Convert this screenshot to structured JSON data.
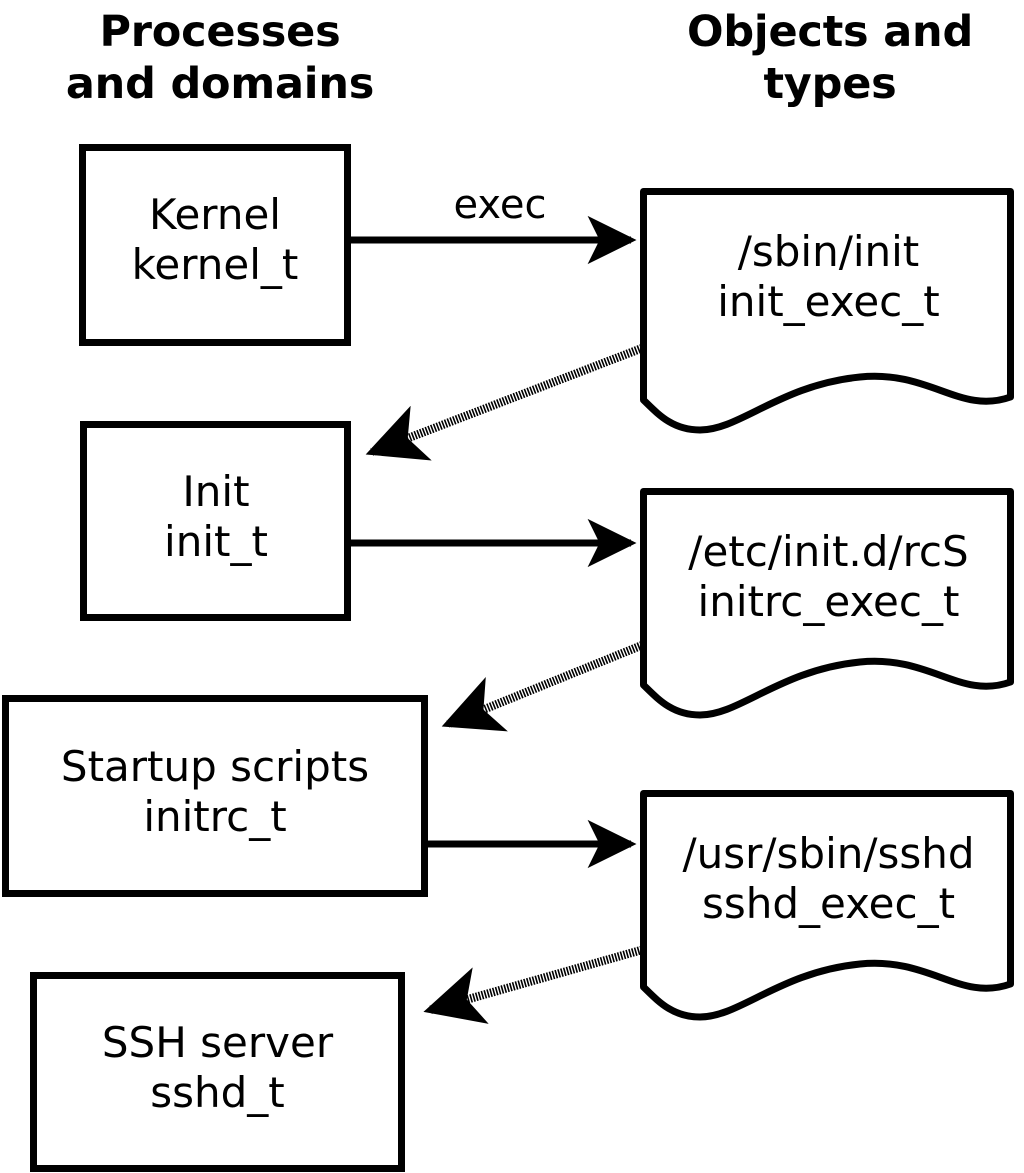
{
  "columns": {
    "left_title": "Processes\nand domains",
    "right_title": "Objects and\ntypes"
  },
  "colors": {
    "stroke": "#000000",
    "fill": "#ffffff",
    "text": "#000000"
  },
  "process_nodes": [
    {
      "id": "kernel",
      "name": "Kernel",
      "type": "kernel_t",
      "label": "Kernel\nkernel_t"
    },
    {
      "id": "init",
      "name": "Init",
      "type": "init_t",
      "label": "Init\ninit_t"
    },
    {
      "id": "initrc",
      "name": "Startup scripts",
      "type": "initrc_t",
      "label": "Startup scripts\ninitrc_t"
    },
    {
      "id": "sshd",
      "name": "SSH server",
      "type": "sshd_t",
      "label": "SSH server\nsshd_t"
    }
  ],
  "object_nodes": [
    {
      "id": "init_exec",
      "path": "/sbin/init",
      "type": "init_exec_t",
      "label": "/sbin/init\ninit_exec_t"
    },
    {
      "id": "initrc_exec",
      "path": "/etc/init.d/rcS",
      "type": "initrc_exec_t",
      "label": "/etc/init.d/rcS\ninitrc_exec_t"
    },
    {
      "id": "sshd_exec",
      "path": "/usr/sbin/sshd",
      "type": "sshd_exec_t",
      "label": "/usr/sbin/sshd\nsshd_exec_t"
    }
  ],
  "edges": [
    {
      "id": "kernel-exec-init_exec",
      "from": "kernel",
      "to": "init_exec",
      "style": "solid",
      "label": "exec"
    },
    {
      "id": "init_exec-transition-init",
      "from": "init_exec",
      "to": "init",
      "style": "dotted",
      "label": ""
    },
    {
      "id": "init-exec-initrc_exec",
      "from": "init",
      "to": "initrc_exec",
      "style": "solid",
      "label": ""
    },
    {
      "id": "initrc_exec-transition-initrc",
      "from": "initrc_exec",
      "to": "initrc",
      "style": "dotted",
      "label": ""
    },
    {
      "id": "initrc-exec-sshd_exec",
      "from": "initrc",
      "to": "sshd_exec",
      "style": "solid",
      "label": ""
    },
    {
      "id": "sshd_exec-transition-sshd",
      "from": "sshd_exec",
      "to": "sshd",
      "style": "dotted",
      "label": ""
    }
  ],
  "edge_labels": {
    "exec": "exec"
  }
}
